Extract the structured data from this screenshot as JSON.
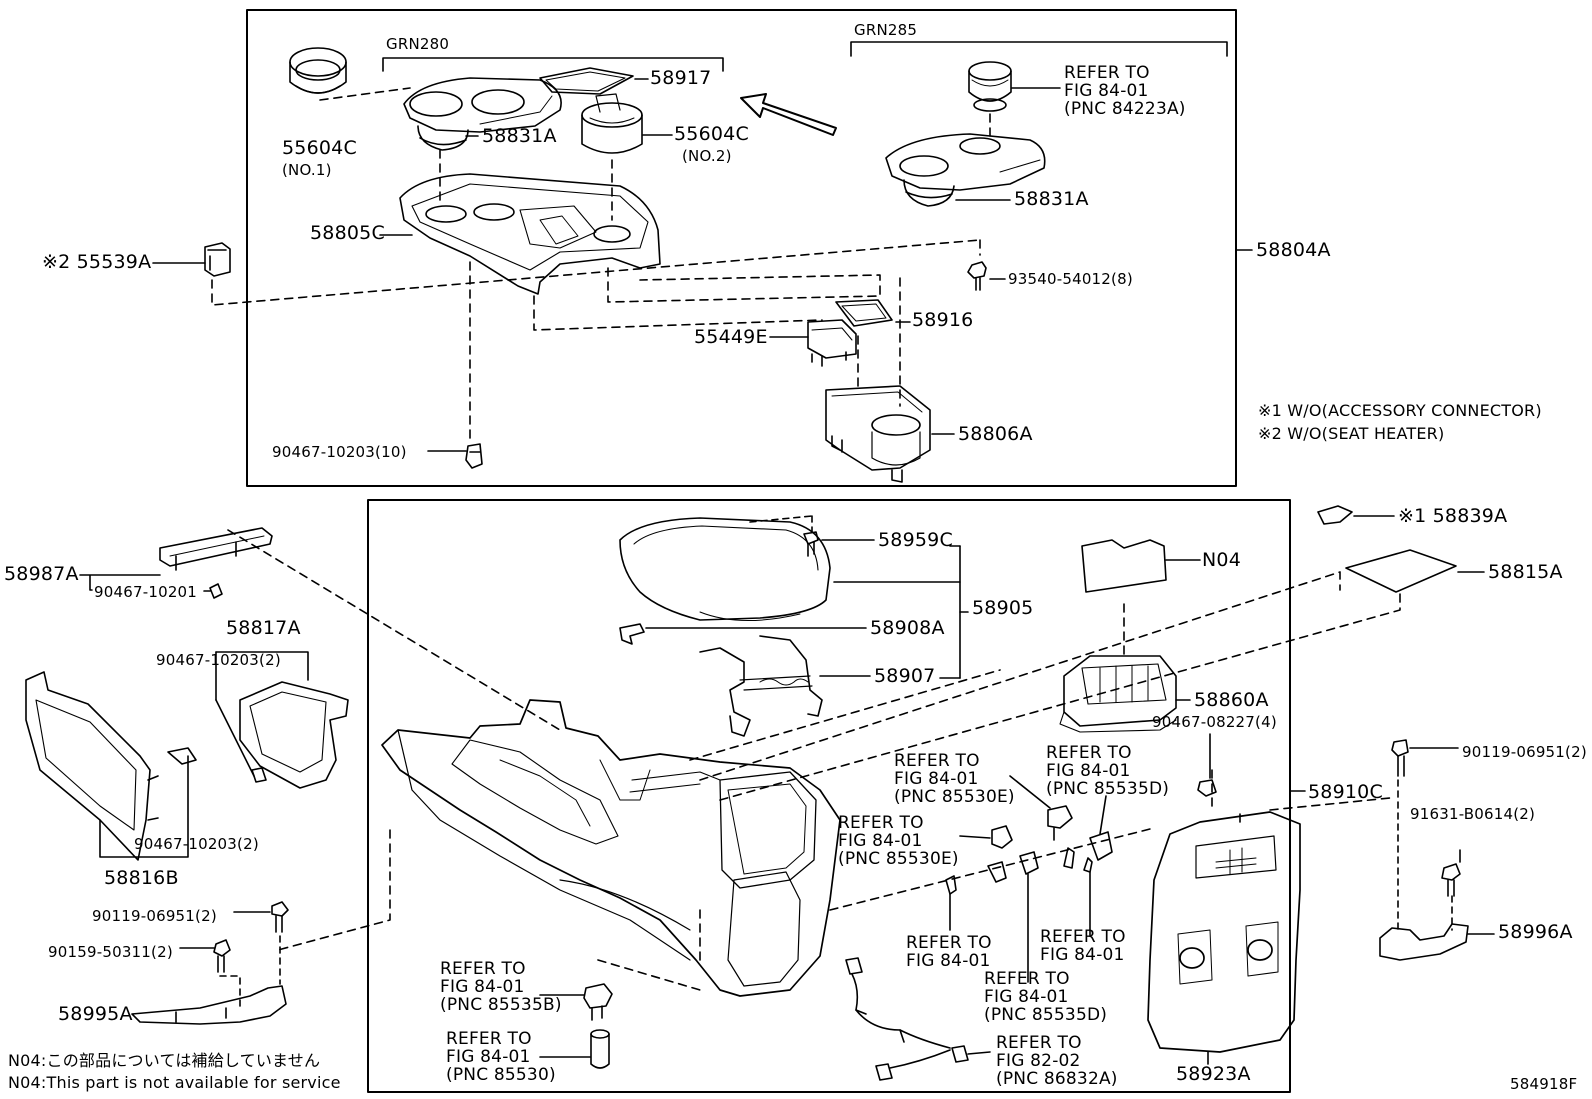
{
  "groups": {
    "grn280": "GRN280",
    "grn285": "GRN285"
  },
  "parts": {
    "p55604c_1": "55604C",
    "p55604c_1_note": "(NO.1)",
    "p58831a_1": "58831A",
    "p58917": "58917",
    "p55604c_2": "55604C",
    "p55604c_2_note": "(NO.2)",
    "ref_84223a": "REFER TO\nFIG 84-01\n(PNC 84223A)",
    "p58831a_2": "58831A",
    "p58805c": "58805C",
    "p55539a": "※2 55539A",
    "p58804a": "58804A",
    "p93540": "93540-54012(8)",
    "p58916": "58916",
    "p55449e": "55449E",
    "p58806a": "58806A",
    "p90467_10203_10": "90467-10203(10)",
    "p58959c": "58959C",
    "pN04": "N04",
    "p58839a": "※1 58839A",
    "p58815a": "58815A",
    "p58987a": "58987A",
    "p90467_10201": "90467-10201",
    "p58905": "58905",
    "p58908a": "58908A",
    "p58817a": "58817A",
    "p90467_10203_2a": "90467-10203(2)",
    "p58907": "58907",
    "p58860a": "58860A",
    "p90467_08227": "90467-08227(4)",
    "ref_85530e_a": "REFER TO\nFIG 84-01\n(PNC 85530E)",
    "ref_85535d_a": "REFER TO\nFIG 84-01\n(PNC 85535D)",
    "p90119_06951_r": "90119-06951(2)",
    "p58910c": "58910C",
    "ref_85530e_b": "REFER TO\nFIG 84-01\n(PNC 85530E)",
    "p91631": "91631-B0614(2)",
    "p90467_10203_2b": "90467-10203(2)",
    "p58816b": "58816B",
    "p90119_06951_l": "90119-06951(2)",
    "p58996a": "58996A",
    "p90159": "90159-50311(2)",
    "ref_84_01_a": "REFER TO\nFIG 84-01",
    "ref_84_01_b": "REFER TO\nFIG 84-01",
    "ref_85535b": "REFER TO\nFIG 84-01\n(PNC 85535B)",
    "ref_85535d_b": "REFER TO\nFIG 84-01\n(PNC 85535D)",
    "p58995a": "58995A",
    "ref_85530": "REFER TO\nFIG 84-01\n(PNC 85530)",
    "ref_86832a": "REFER TO\nFIG 82-02\n(PNC 86832A)",
    "p58923a": "58923A"
  },
  "notes": {
    "note1": "※1 W/O(ACCESSORY CONNECTOR)",
    "note2": "※2 W/O(SEAT HEATER)",
    "n04_jp": "N04:この部品については補給していません",
    "n04_en": "N04:This part is not available for service"
  },
  "figure_id": "584918F"
}
